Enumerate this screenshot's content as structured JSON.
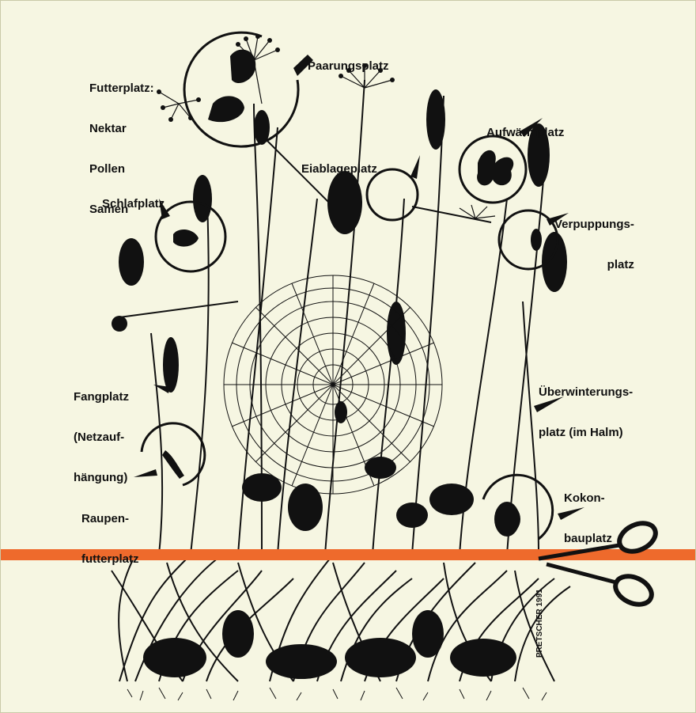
{
  "labels": {
    "paarungsplatz": "Paarungsplatz",
    "futterplatz": [
      "Futterplatz:",
      "Nektar",
      "Pollen",
      "Samen"
    ],
    "eiablageplatz": "Eiablageplatz",
    "aufwaermplatz": "Aufwärmplatz",
    "schlafplatz": "Schlafplatz",
    "verpuppungsplatz": [
      "Verpuppungs-",
      "platz"
    ],
    "fangplatz": [
      "Fangplatz",
      "(Netzauf-",
      "hängung)"
    ],
    "ueberwinterungsplatz": [
      "Überwinterungs-",
      "platz (im Halm)"
    ],
    "kokonbauplatz": [
      "Kokon-",
      "bauplatz"
    ],
    "raupenfutterplatz": [
      "Raupen-",
      "futterplatz"
    ]
  },
  "credit": "PRETSCHER 1991",
  "colors": {
    "background": "#f6f6e2",
    "ink": "#111111",
    "cut_line": "#ee6a2c"
  },
  "icons": [
    "scissors-icon",
    "butterfly-icon",
    "pupa-icon",
    "caterpillar-icon",
    "spider-web",
    "cocoon-icon"
  ]
}
